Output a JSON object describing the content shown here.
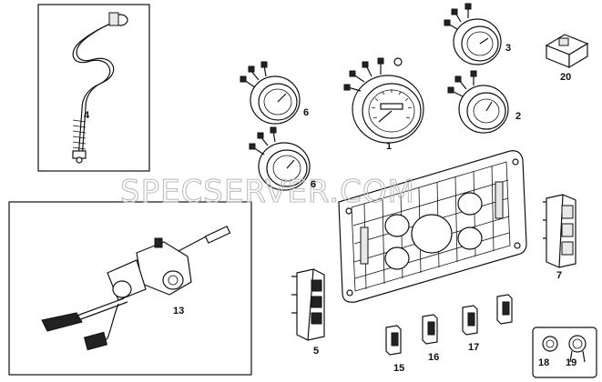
{
  "watermark": "SPECSERVER.COM",
  "callouts": {
    "c1": "1",
    "c2": "2",
    "c3": "3",
    "c4": "4",
    "c5": "5",
    "c6a": "6",
    "c6b": "6",
    "c7": "7",
    "c13": "13",
    "c15": "15",
    "c16": "16",
    "c17": "17",
    "c18": "18",
    "c19": "19",
    "c20": "20"
  }
}
